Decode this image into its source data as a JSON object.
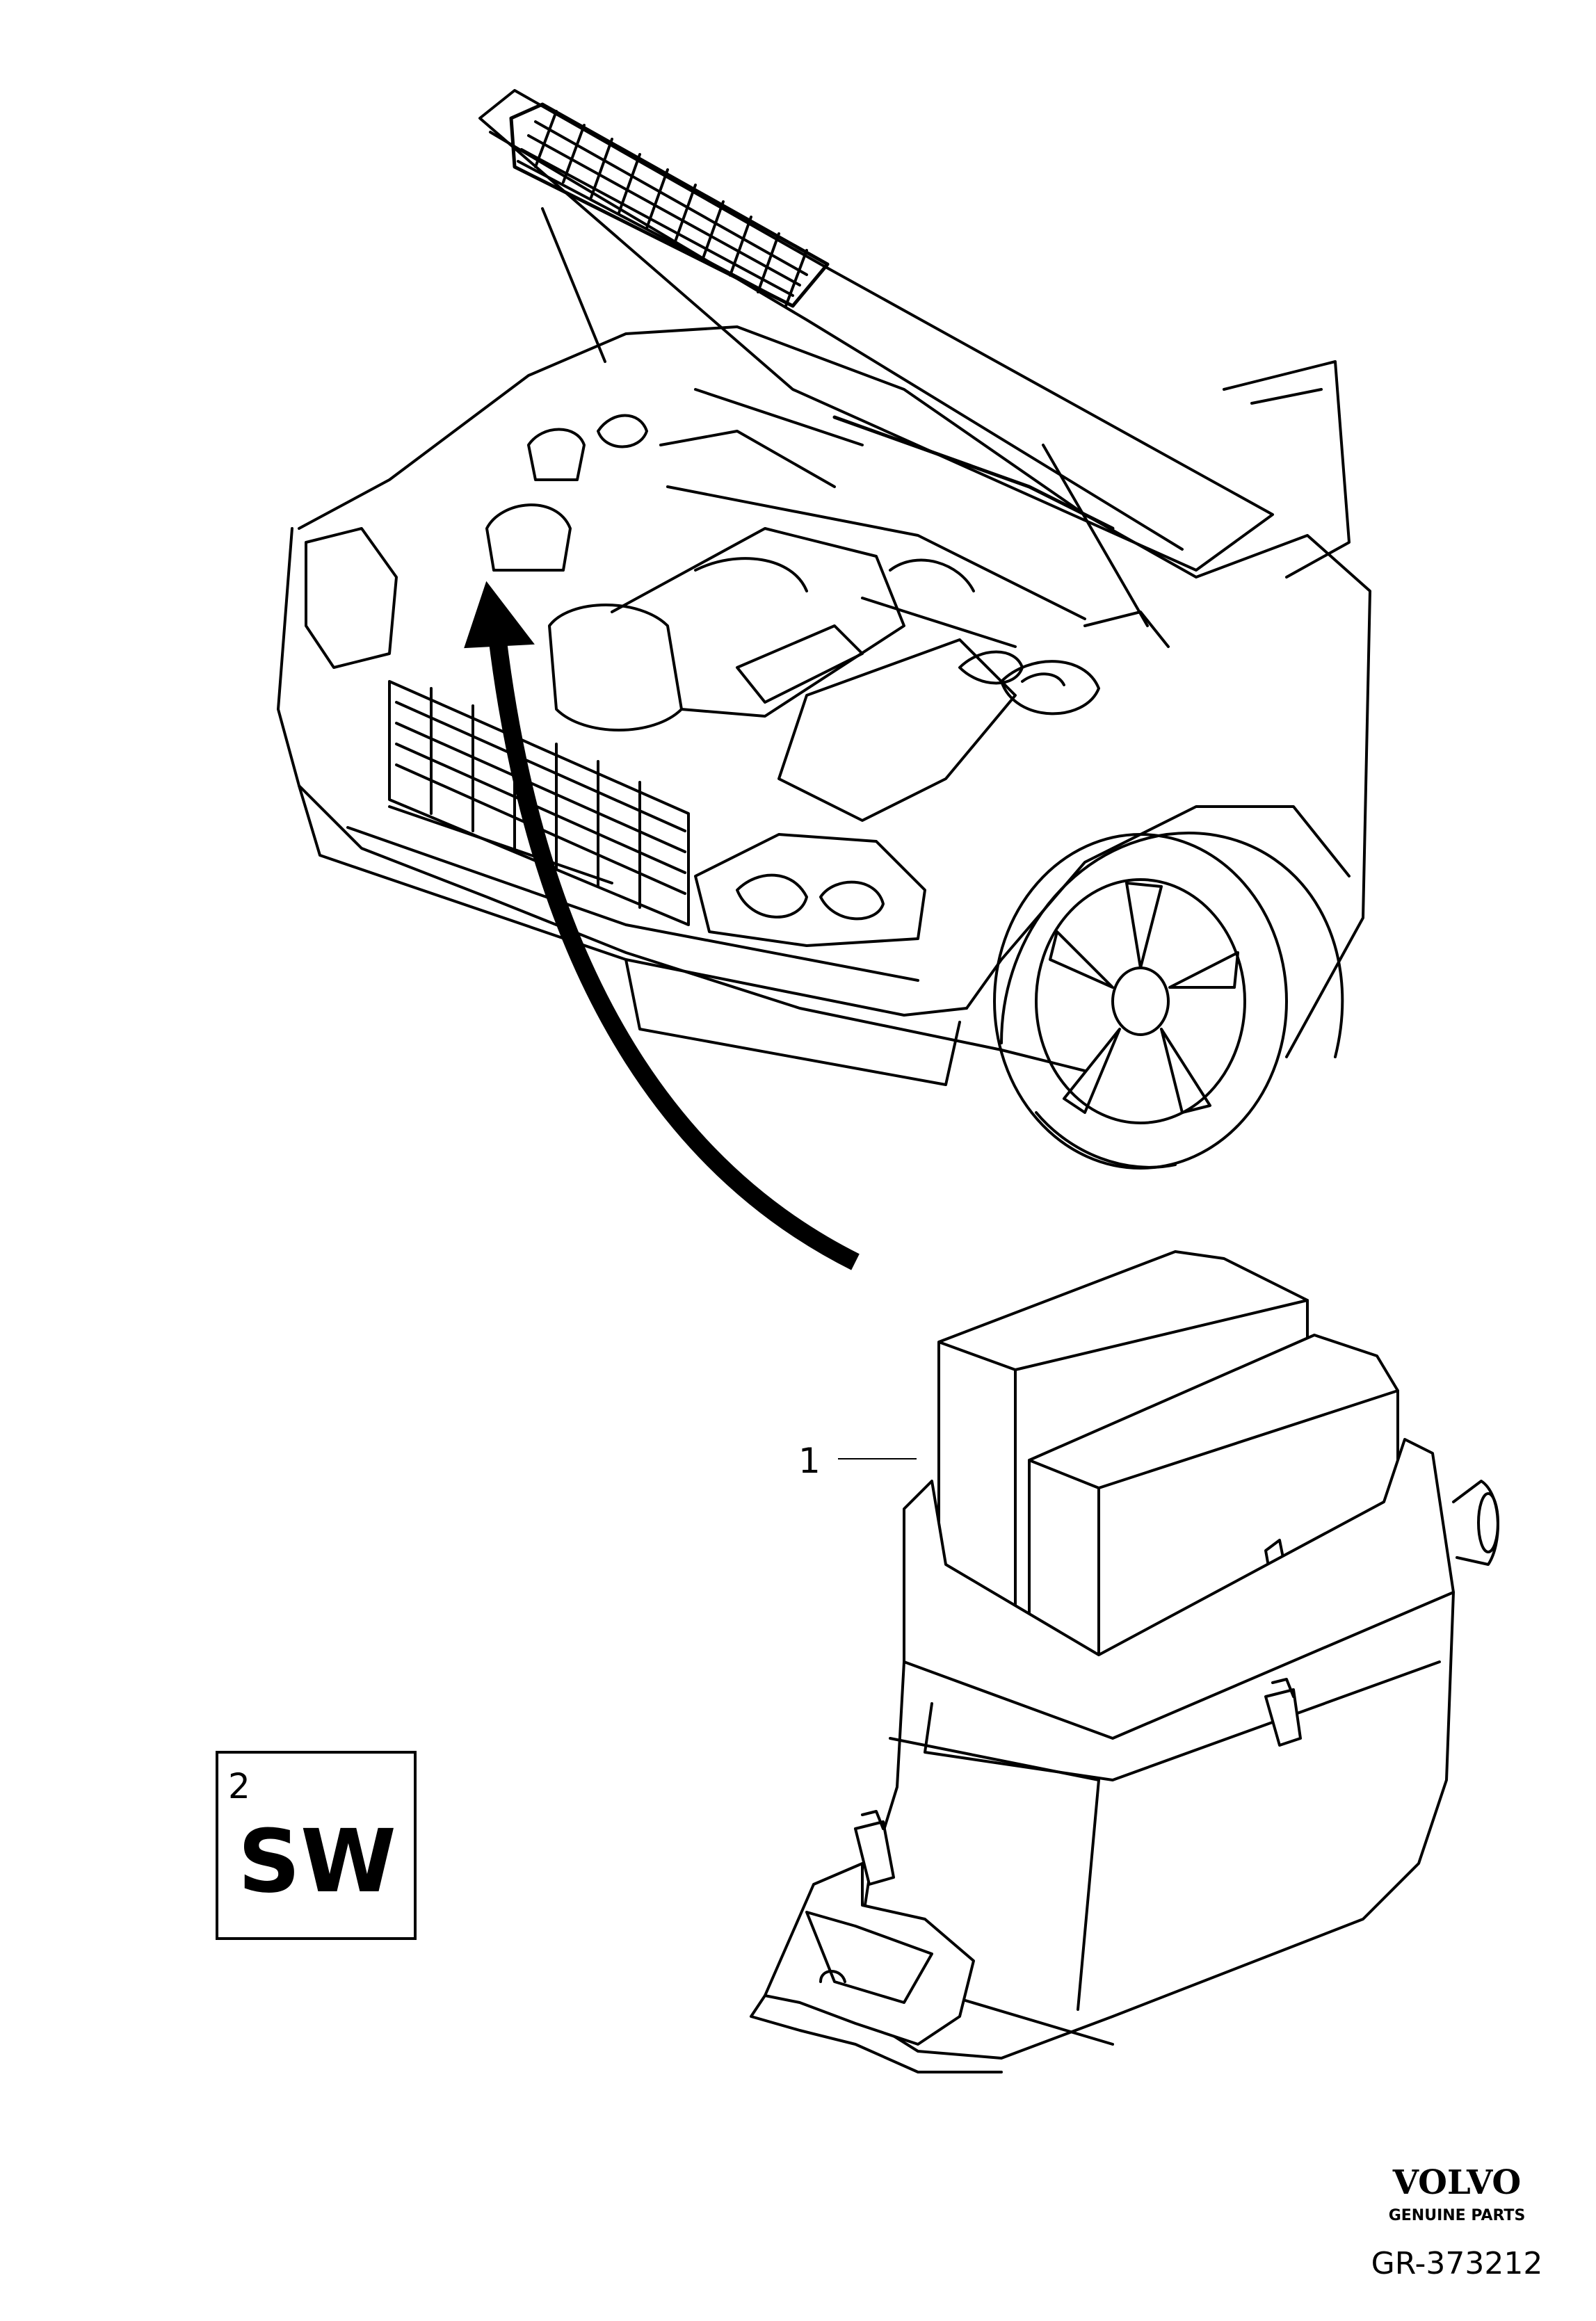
{
  "callouts": {
    "part_1": "1",
    "sw_number": "2",
    "sw_text": "SW"
  },
  "brand": {
    "name": "VOLVO",
    "tagline": "GENUINE PARTS"
  },
  "drawing_number": "GR-373212"
}
